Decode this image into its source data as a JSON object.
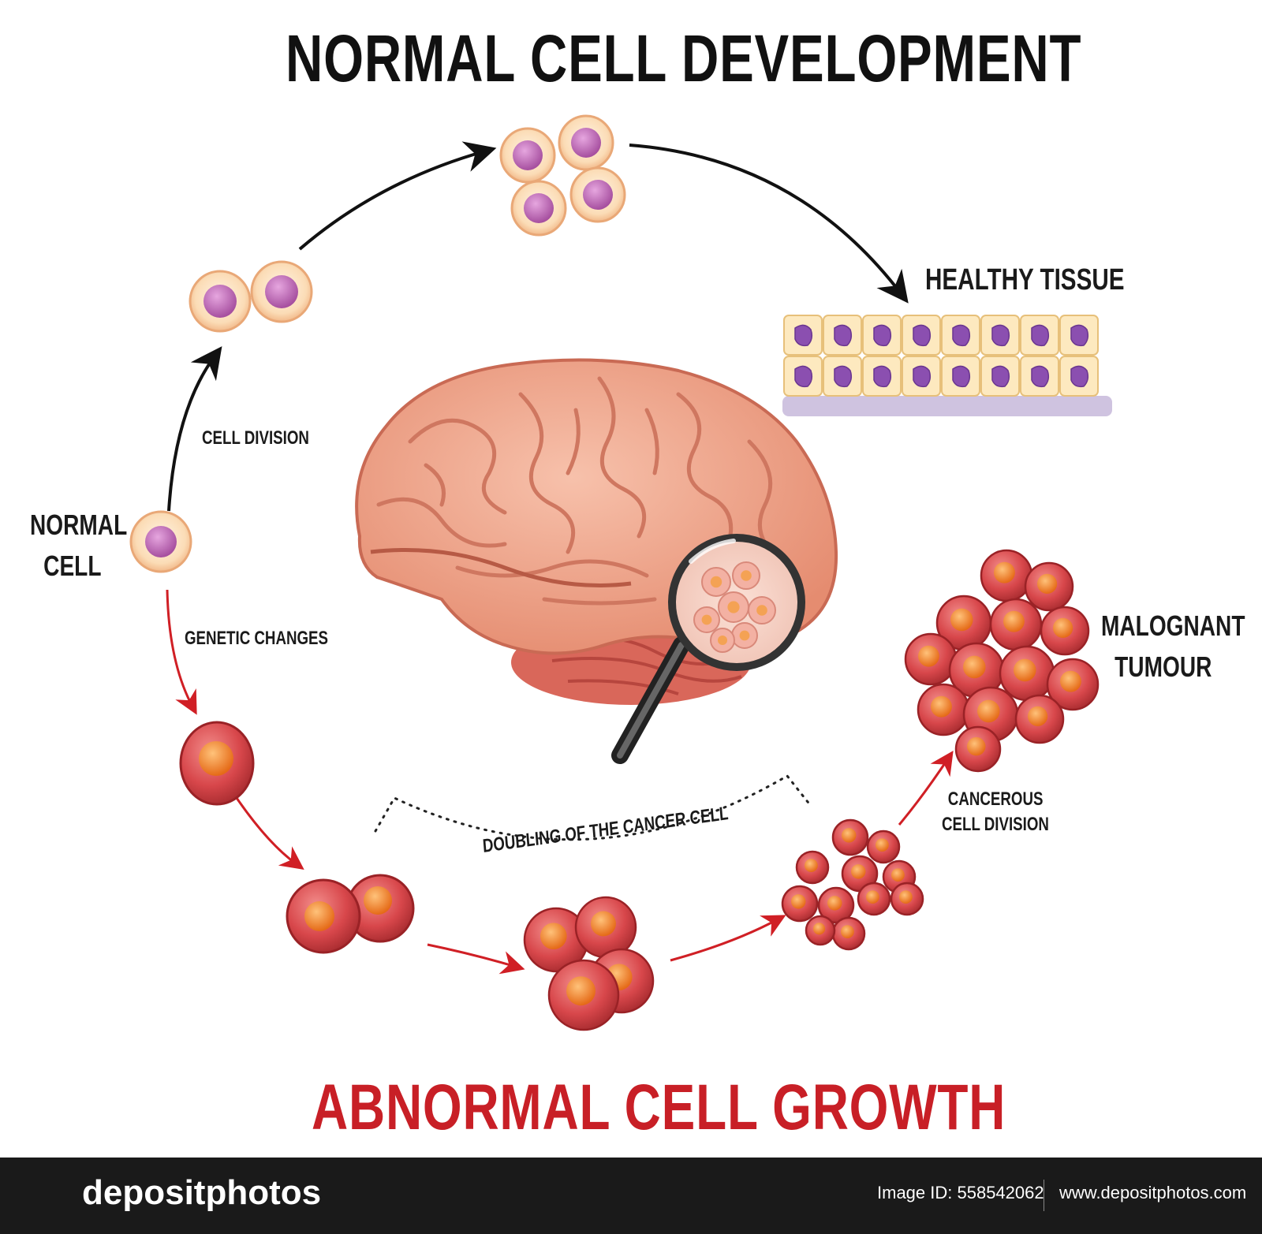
{
  "title_top": "NORMAL CELL DEVELOPMENT",
  "title_bottom": "ABNORMAL CELL GROWTH",
  "labels": {
    "normal_cell": [
      "NORMAL",
      "CELL"
    ],
    "cell_division": "CELL DIVISION",
    "genetic_changes": "GENETIC CHANGES",
    "healthy_tissue": "HEALTHY TISSUE",
    "malignant_tumour": [
      "MALOGNANT",
      "TUMOUR"
    ],
    "cancerous_cell_division": [
      "CANCEROUS",
      "CELL DIVISION"
    ],
    "doubling": "DOUBLING OF THE CANCER CELL"
  },
  "footer": {
    "brand": "depositphotos",
    "image_id": "Image ID: 558542062",
    "url": "www.depositphotos.com"
  },
  "colors": {
    "title_black": "#111111",
    "title_red": "#c81f26",
    "normal_cell_fill": "#fbe3c4",
    "normal_nucleus": "#c66cbe",
    "cancer_cell": "#d8474b",
    "cancer_nucleus": "#f07f2a",
    "brain": "#f0a68d",
    "arrow_black": "#111111",
    "arrow_red": "#d01f25"
  },
  "icons": [
    "brain-illustration",
    "magnifying-glass-icon",
    "camera-logo-icon"
  ]
}
